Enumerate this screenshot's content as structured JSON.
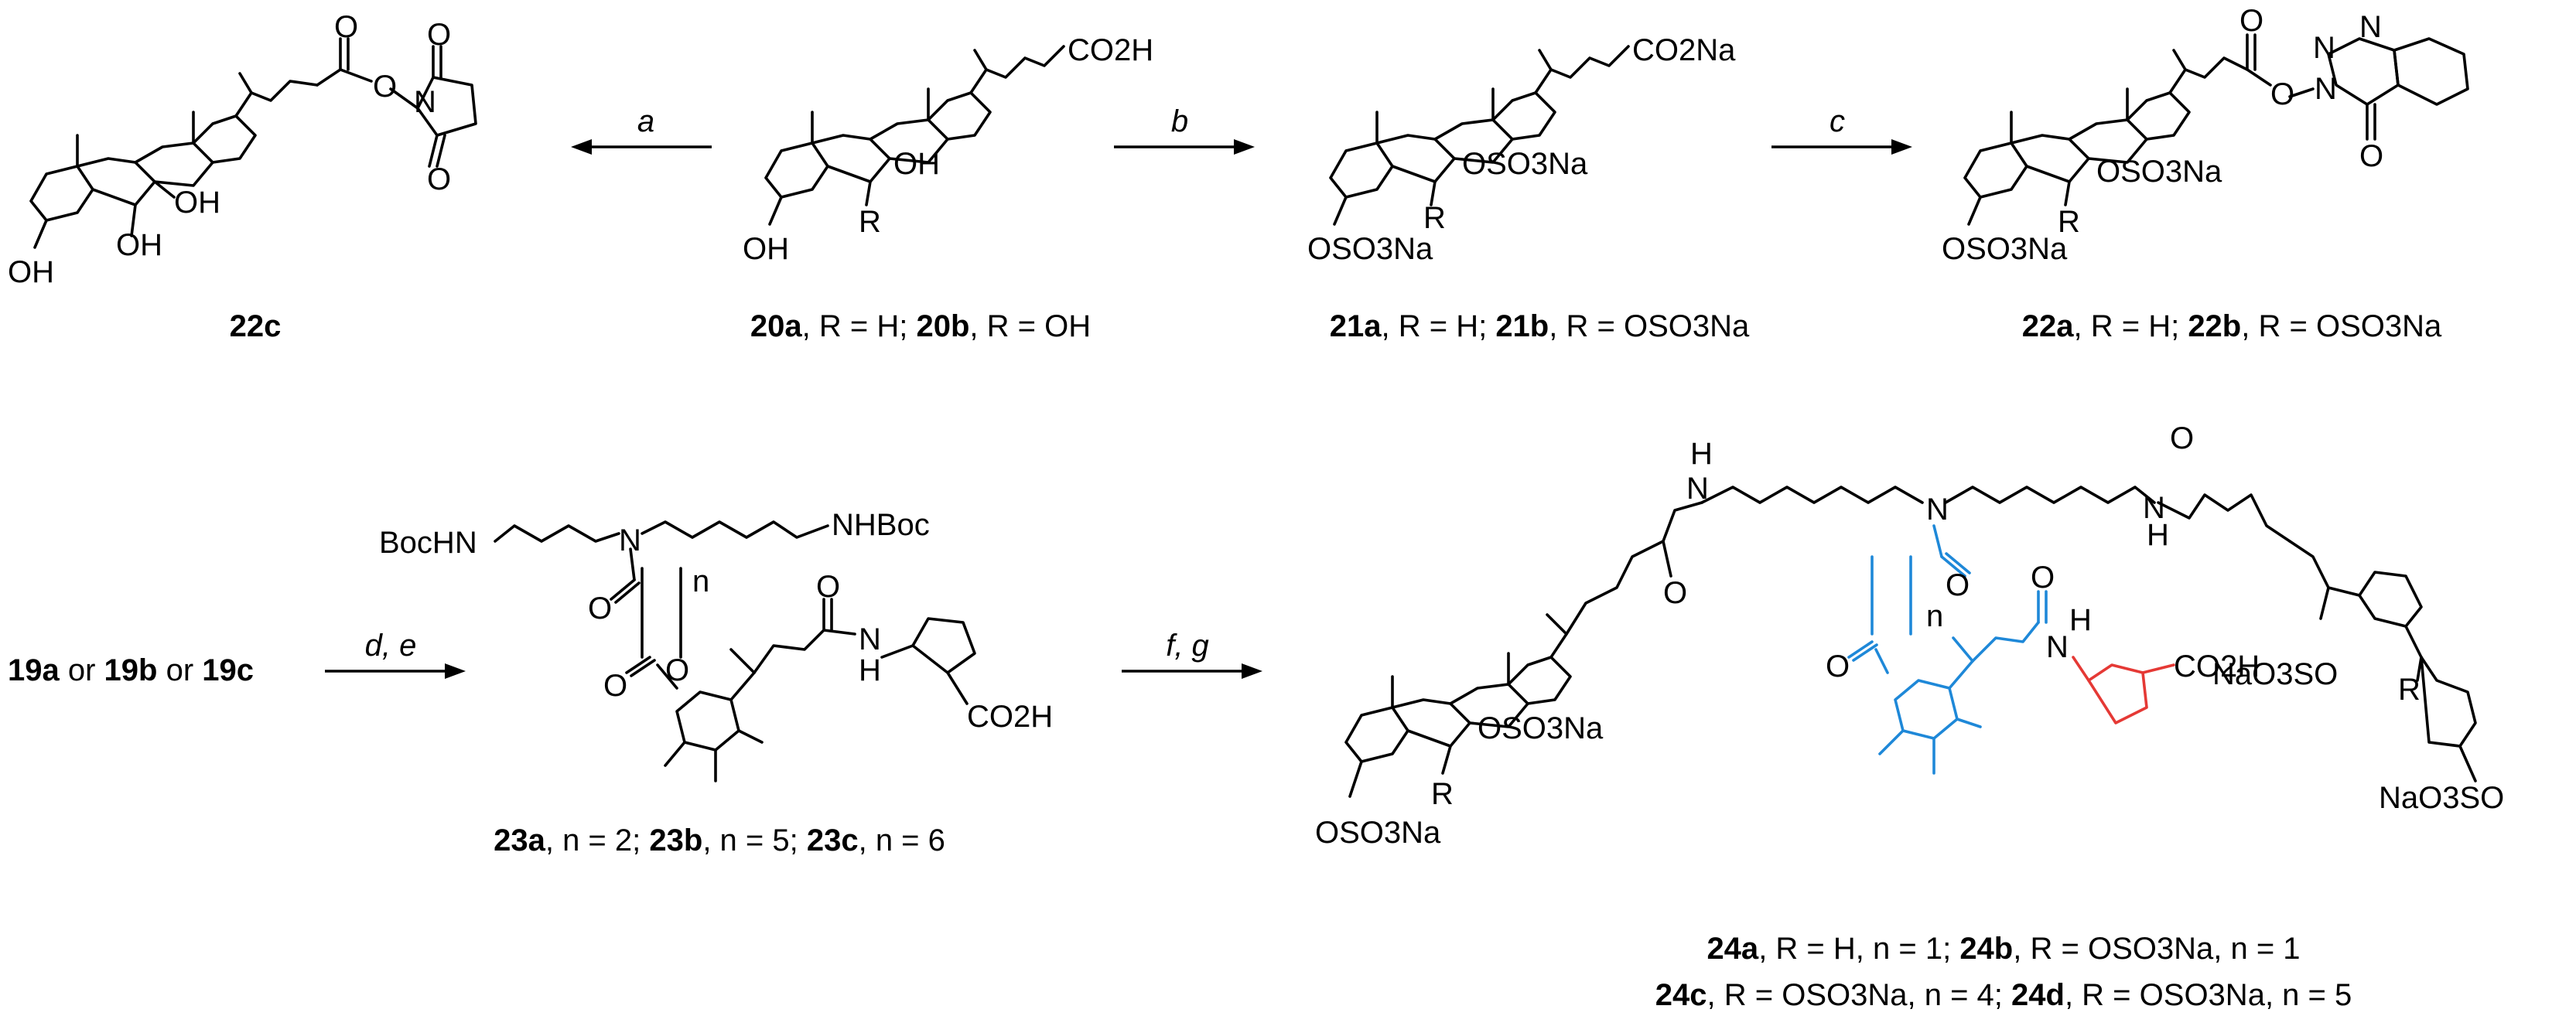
{
  "colors": {
    "linker": "#1e88d8",
    "amino_acid": "#e53935",
    "ink": "#000000"
  },
  "reagent_labels": {
    "a": "a",
    "b": "b",
    "c": "c",
    "de": "d, e",
    "fg": "f, g"
  },
  "compounds": {
    "c22c": {
      "caption": "22c",
      "atoms": [
        "O",
        "O",
        "N",
        "O",
        "O",
        "OH",
        "OH",
        "OH"
      ]
    },
    "c20": {
      "caption_bold_1": "20a",
      "caption_mid": ", R = H; ",
      "caption_bold_2": "20b",
      "caption_end": ", R = OH",
      "atoms": [
        "CO2H",
        "OH",
        "OH",
        "R"
      ]
    },
    "c21": {
      "caption_bold_1": "21a",
      "caption_mid": ", R = H; ",
      "caption_bold_2": "21b",
      "caption_end": ", R = OSO3Na",
      "atoms": [
        "CO2Na",
        "OSO3Na",
        "OSO3Na",
        "R"
      ]
    },
    "c22": {
      "caption_bold_1": "22a",
      "caption_mid": ", R = H; ",
      "caption_bold_2": "22b",
      "caption_end": ", R = OSO3Na",
      "atoms": [
        "O",
        "O",
        "N",
        "N",
        "N",
        "O",
        "OSO3Na",
        "OSO3Na",
        "R"
      ]
    },
    "c19": {
      "bold_1": "19a",
      "or_1": " or ",
      "bold_2": "19b",
      "or_2": " or ",
      "bold_3": "19c"
    },
    "c23": {
      "caption_bold_1": "23a",
      "caption_mid_1": ", n = 2; ",
      "caption_bold_2": "23b",
      "caption_mid_2": ", n = 5; ",
      "caption_bold_3": "23c",
      "caption_end": ", n = 6",
      "atoms": [
        "BocHN",
        "N",
        "NHBoc",
        "O",
        "n",
        "O",
        "O",
        "O",
        "N",
        "H",
        "CO2H"
      ]
    },
    "c24": {
      "caption_line1_bold_1": "24a",
      "caption_line1_mid": ", R = H, n = 1; ",
      "caption_line1_bold_2": "24b",
      "caption_line1_end": ", R = OSO3Na, n = 1",
      "caption_line2_bold_1": "24c",
      "caption_line2_mid": ", R = OSO3Na, n = 4; ",
      "caption_line2_bold_2": "24d",
      "caption_line2_end": ", R = OSO3Na, n = 5",
      "atoms": [
        "H",
        "N",
        "N",
        "H",
        "N",
        "O",
        "O",
        "O",
        "n",
        "O",
        "O",
        "N",
        "H",
        "CO2H",
        "OSO3Na",
        "R",
        "OSO3Na",
        "NaO3SO",
        "R",
        "NaO3SO"
      ]
    }
  }
}
